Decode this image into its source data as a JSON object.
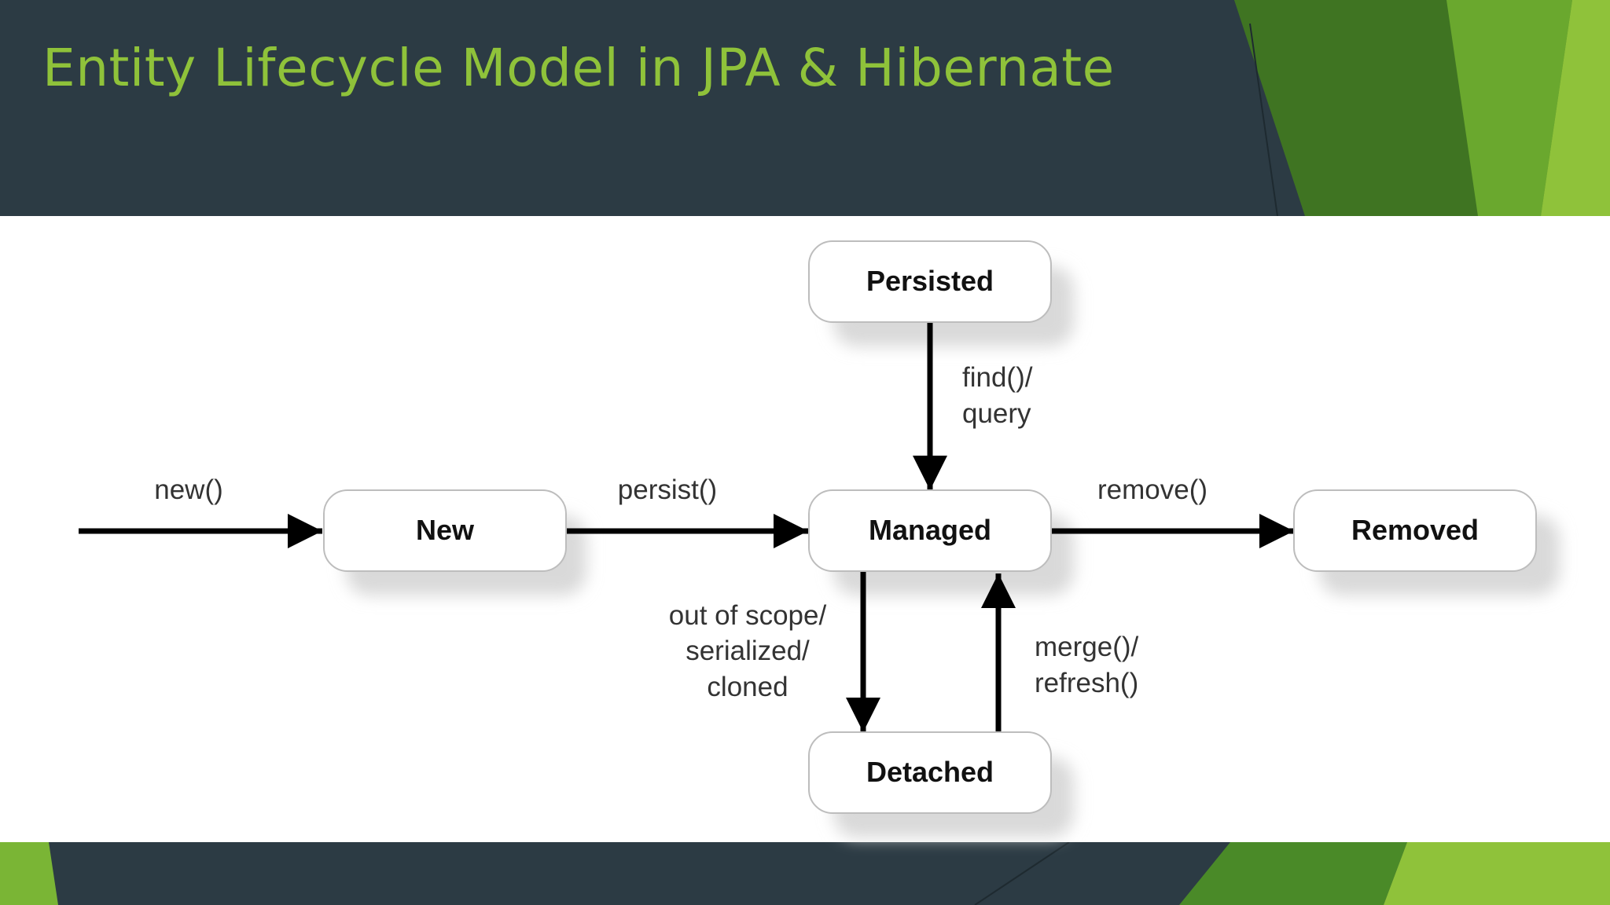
{
  "slide": {
    "title": "Entity Lifecycle Model in JPA & Hibernate"
  },
  "colors": {
    "background": "#2c3b44",
    "title": "#8fc23a",
    "accent_dark": "#3f7422",
    "accent_mid": "#5a9a2c",
    "accent_light": "#8fc23a"
  },
  "diagram": {
    "states": {
      "persisted": "Persisted",
      "new": "New",
      "managed": "Managed",
      "removed": "Removed",
      "detached": "Detached"
    },
    "transitions": {
      "new": "new()",
      "persist": "persist()",
      "find_query": [
        "find()/",
        "query"
      ],
      "remove": "remove()",
      "out_of_scope": [
        "out of scope/",
        "serialized/",
        "cloned"
      ],
      "merge_refresh": [
        "merge()/",
        "refresh()"
      ]
    }
  }
}
